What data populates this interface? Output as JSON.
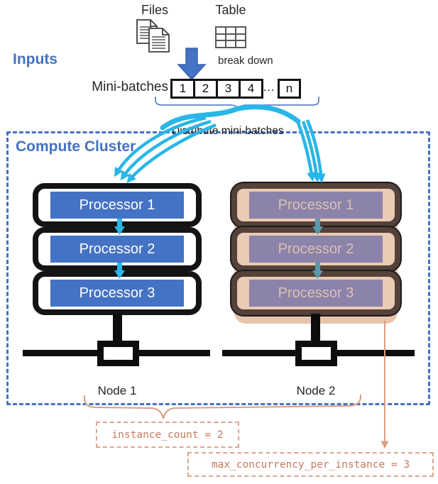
{
  "colors": {
    "accent_blue": "#4472C4",
    "cyan": "#29B6E8",
    "black": "#0d0d0d",
    "tan_fill": "#EACBB3",
    "tan_border": "#54413A",
    "muted_processor": "#8B83AA",
    "muted_arrow_teal": "#5B9AAE",
    "annotation_text": "#C4795E",
    "annotation_line": "#D99E83"
  },
  "icons": {
    "files": "document-stack-icon",
    "table": "grid-table-icon",
    "break_down_arrow": "fat-down-arrow-icon",
    "distribute_arrows": "curved-distribute-arrows-icon"
  },
  "inputs": {
    "section_label": "Inputs",
    "files_label": "Files",
    "table_label": "Table",
    "break_down_label": "break down",
    "mini_batches_label": "Mini-batches",
    "batches": [
      "1",
      "2",
      "3",
      "4"
    ],
    "ellipsis": "…",
    "last_batch": "n"
  },
  "distribute_label": "Distribute mini-batches",
  "cluster": {
    "title": "Compute Cluster",
    "node1": {
      "label": "Node 1",
      "processors": [
        "Processor 1",
        "Processor 2",
        "Processor 3"
      ]
    },
    "node2": {
      "label": "Node 2",
      "processors": [
        "Processor 1",
        "Processor 2",
        "Processor 3"
      ]
    }
  },
  "annotations": {
    "instance_count": "instance_count = 2",
    "max_concurrency": "max_concurrency_per_instance = 3"
  }
}
